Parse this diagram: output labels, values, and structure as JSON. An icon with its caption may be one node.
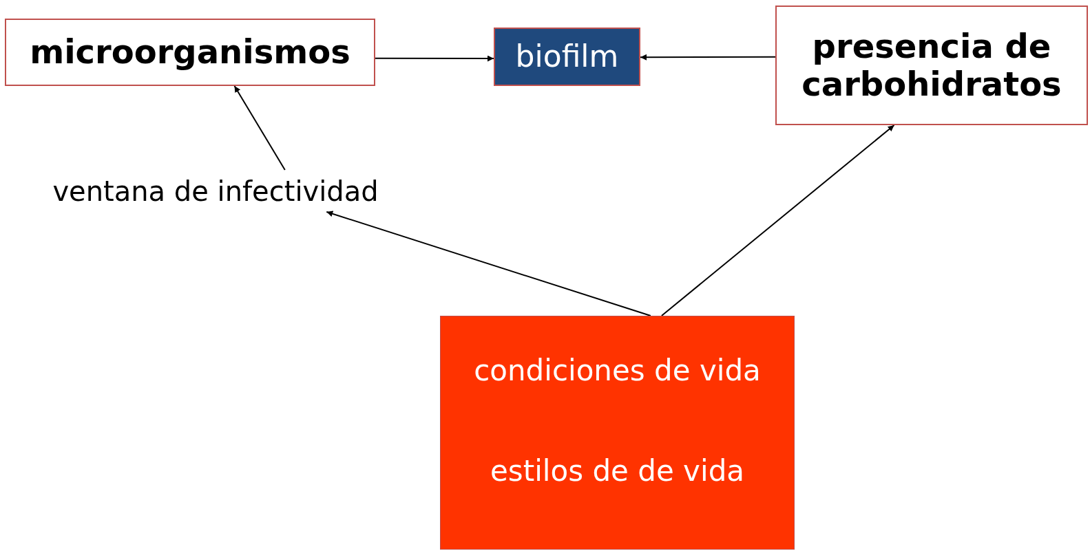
{
  "diagram": {
    "nodes": [
      {
        "text": [
          "microorganismos"
        ]
      },
      {
        "text": [
          "biofilm"
        ]
      },
      {
        "text": [
          "presencia de carbohidratos"
        ]
      },
      {
        "text": [
          "ventana de infectividad"
        ]
      },
      {
        "text": [
          "condiciones de vida",
          "estilos de de vida"
        ]
      }
    ],
    "edges": [
      {
        "from": 0,
        "to": 1,
        "arrow": "to"
      },
      {
        "from": 2,
        "to": 1,
        "arrow": "to"
      },
      {
        "from": 3,
        "to": 0,
        "arrow": "to"
      },
      {
        "from": 4,
        "to": 3,
        "arrow": "to"
      },
      {
        "from": 4,
        "to": 2,
        "arrow": "to"
      }
    ]
  }
}
